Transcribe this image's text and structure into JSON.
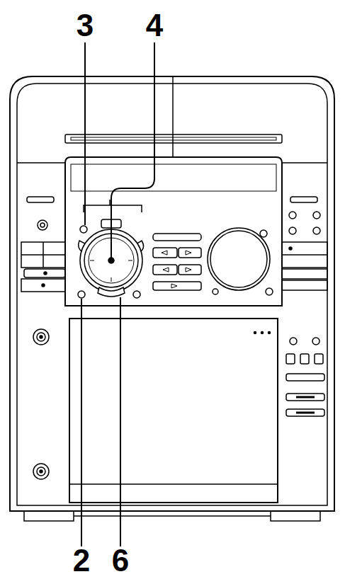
{
  "diagram": {
    "labels": [
      "3",
      "4",
      "2",
      "6"
    ]
  }
}
